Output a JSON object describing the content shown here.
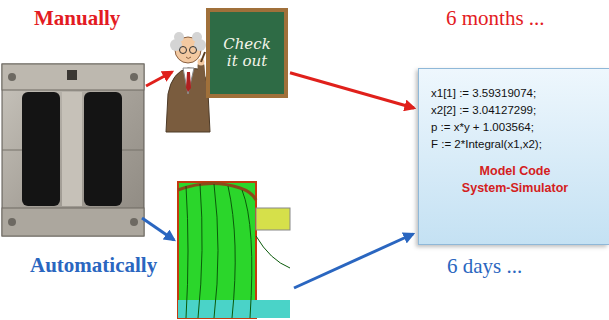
{
  "diagram": {
    "nodes": [
      {
        "text": [
          "Check it out"
        ]
      },
      {
        "text": [
          "x1[1] := 3.59319074;",
          "x2[2] := 3.04127299;",
          "p := x*y + 1.003564;",
          "F := 2*Integral(x1,x2);",
          "Model Code",
          "System-Simulator"
        ]
      }
    ],
    "edges": [
      {
        "from": 0,
        "to": 1,
        "arrow": "to"
      }
    ],
    "labels": [
      "Manually",
      "6 months ...",
      "Automatically",
      "6 days ..."
    ]
  }
}
